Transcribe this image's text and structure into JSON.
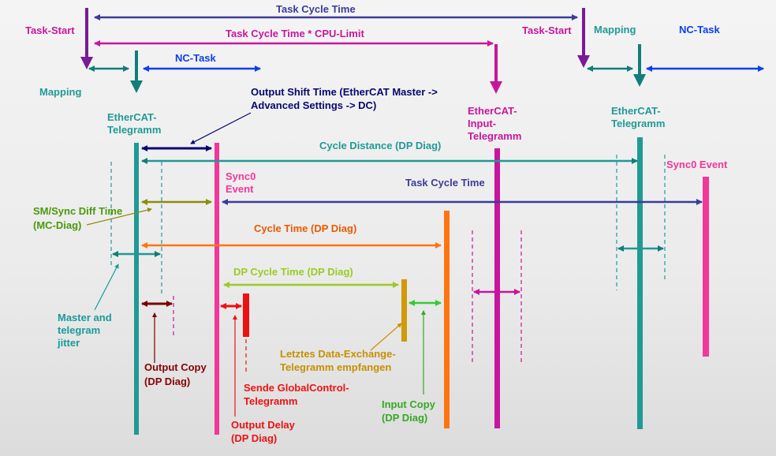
{
  "labels": {
    "task_cycle_time_top": "Task Cycle Time",
    "task_start_left": "Task-Start",
    "task_cycle_cpu_limit": "Task Cycle Time * CPU-Limit",
    "task_start_right": "Task-Start",
    "mapping_right": "Mapping",
    "nc_task_right": "NC-Task",
    "nc_task_left": "NC-Task",
    "mapping_left": "Mapping",
    "output_shift_1": "Output Shift Time (EtherCAT Master ->",
    "output_shift_2": "Advanced Settings -> DC)",
    "ethercat_tel_left_1": "EtherCAT-",
    "ethercat_tel_left_2": "Telegramm",
    "ethercat_input_1": "EtherCAT-",
    "ethercat_input_2": "Input-",
    "ethercat_input_3": "Telegramm",
    "ethercat_tel_right_1": "EtherCAT-",
    "ethercat_tel_right_2": "Telegramm",
    "cycle_distance": "Cycle Distance (DP Diag)",
    "sync0_event_right": "Sync0 Event",
    "sync0_event_left_1": "Sync0",
    "sync0_event_left_2": "Event",
    "task_cycle_time_mid": "Task Cycle Time",
    "sm_sync_1": "SM/Sync Diff Time",
    "sm_sync_2": "(MC-Diag)",
    "cycle_time_dp": "Cycle Time (DP Diag)",
    "dp_cycle_time": "DP Cycle Time (DP Diag)",
    "master_jitter_1": "Master and",
    "master_jitter_2": "telegram",
    "master_jitter_3": "jitter",
    "letztes_1": "Letztes Data-Exchange-",
    "letztes_2": "Telegramm empfangen",
    "output_copy_1": "Output Copy",
    "output_copy_2": "(DP Diag)",
    "sende_1": "Sende GlobalControl-",
    "sende_2": "Telegramm",
    "input_copy_1": "Input Copy",
    "input_copy_2": "(DP Diag)",
    "output_delay_1": "Output Delay",
    "output_delay_2": "(DP Diag)"
  },
  "colors": {
    "navy": "#3b3b9a",
    "magenta": "#c8159d",
    "teal": "#1f9a96",
    "blue": "#0b3ff0",
    "purple": "#7a1a96",
    "dark_teal_arrow": "#127d79",
    "darkblue": "#06066e",
    "pink": "#f2369a",
    "olive": "#8c8c0c",
    "sm_green": "#4a9a08",
    "orange": "#ff7410",
    "orange_text": "#e85a00",
    "lime": "#99cc22",
    "gold": "#d09a08",
    "green": "#33cc33",
    "darkred": "#7a0000",
    "red": "#ee1111",
    "input_copy_green": "#33aa22",
    "output_copy_red": "#880000",
    "letztes_text": "#c89000",
    "jitter_teal": "#1a9a9a"
  }
}
